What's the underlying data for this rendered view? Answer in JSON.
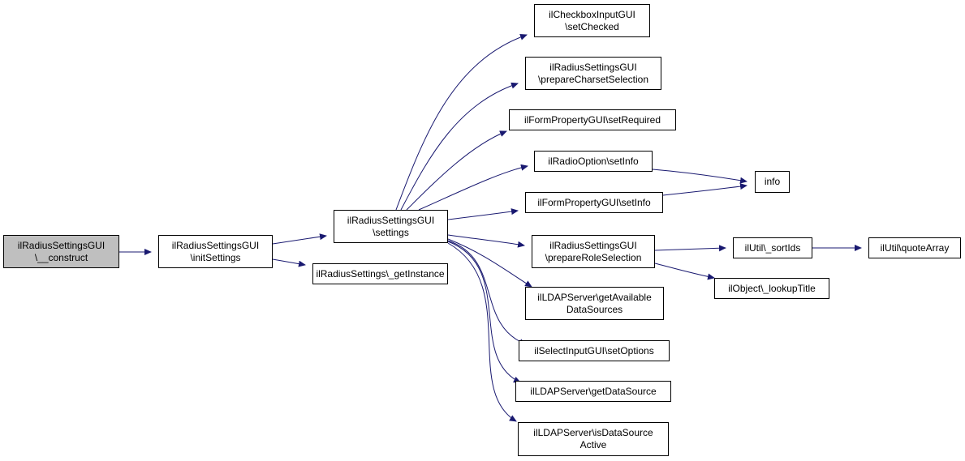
{
  "colors": {
    "edge": "#191970",
    "node_border": "#000000",
    "node_fill": "#ffffff",
    "root_fill": "#bfbfbf"
  },
  "nodes": {
    "construct": {
      "line1": "ilRadiusSettingsGUI",
      "line2": "\\__construct"
    },
    "initSettings": {
      "line1": "ilRadiusSettingsGUI",
      "line2": "\\initSettings"
    },
    "getInstance": {
      "line1": "ilRadiusSettings\\_getInstance"
    },
    "settings": {
      "line1": "ilRadiusSettingsGUI",
      "line2": "\\settings"
    },
    "setChecked": {
      "line1": "ilCheckboxInputGUI",
      "line2": "\\setChecked"
    },
    "prepareCharset": {
      "line1": "ilRadiusSettingsGUI",
      "line2": "\\prepareCharsetSelection"
    },
    "setRequired": {
      "line1": "ilFormPropertyGUI\\setRequired"
    },
    "radioSetInfo": {
      "line1": "ilRadioOption\\setInfo"
    },
    "formSetInfo": {
      "line1": "ilFormPropertyGUI\\setInfo"
    },
    "prepareRole": {
      "line1": "ilRadiusSettingsGUI",
      "line2": "\\prepareRoleSelection"
    },
    "getAvailable": {
      "line1": "ilLDAPServer\\getAvailable",
      "line2": "DataSources"
    },
    "setOptions": {
      "line1": "ilSelectInputGUI\\setOptions"
    },
    "getDataSource": {
      "line1": "ilLDAPServer\\getDataSource"
    },
    "isActive": {
      "line1": "ilLDAPServer\\isDataSource",
      "line2": "Active"
    },
    "info": {
      "line1": "info"
    },
    "sortIds": {
      "line1": "ilUtil\\_sortIds"
    },
    "lookupTitle": {
      "line1": "ilObject\\_lookupTitle"
    },
    "quoteArray": {
      "line1": "ilUtil\\quoteArray"
    }
  }
}
